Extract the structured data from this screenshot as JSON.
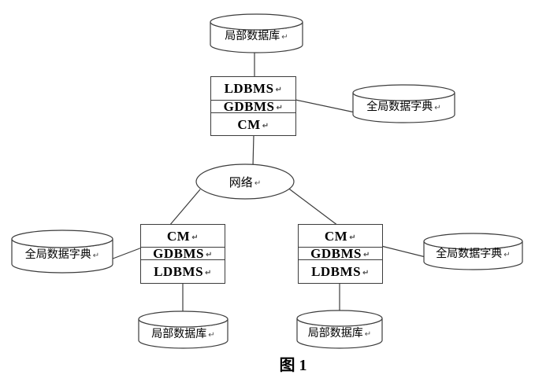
{
  "diagram": {
    "title_semantics": "distributed-database-architecture-figure",
    "caption": "图 1",
    "paragraph_mark": "↵",
    "colors": {
      "background": "#ffffff",
      "line": "#3c3c3c",
      "text": "#000000",
      "paragraph_mark": "#4d4d4d"
    },
    "nodes": {
      "top_database": {
        "shape": "cylinder",
        "label": "局部数据库"
      },
      "top_server": {
        "shape": "stack",
        "rows": [
          "LDBMS",
          "GDBMS",
          "CM"
        ]
      },
      "dict_top": {
        "shape": "cylinder",
        "label": "全局数据字典"
      },
      "network": {
        "shape": "ellipse",
        "label": "网络"
      },
      "left_server": {
        "shape": "stack",
        "rows": [
          "CM",
          "GDBMS",
          "LDBMS"
        ]
      },
      "right_server": {
        "shape": "stack",
        "rows": [
          "CM",
          "GDBMS",
          "LDBMS"
        ]
      },
      "dict_left": {
        "shape": "cylinder",
        "label": "全局数据字典"
      },
      "dict_right": {
        "shape": "cylinder",
        "label": "全局数据字典"
      },
      "bottom_left_database": {
        "shape": "cylinder",
        "label": "局部数据库"
      },
      "bottom_right_database": {
        "shape": "cylinder",
        "label": "局部数据库"
      }
    },
    "edges": [
      "top_database - top_server",
      "top_server - dict_top",
      "top_server - network",
      "network - left_server",
      "network - right_server",
      "dict_left - left_server",
      "right_server - dict_right",
      "left_server - bottom_left_database",
      "right_server - bottom_right_database"
    ]
  }
}
